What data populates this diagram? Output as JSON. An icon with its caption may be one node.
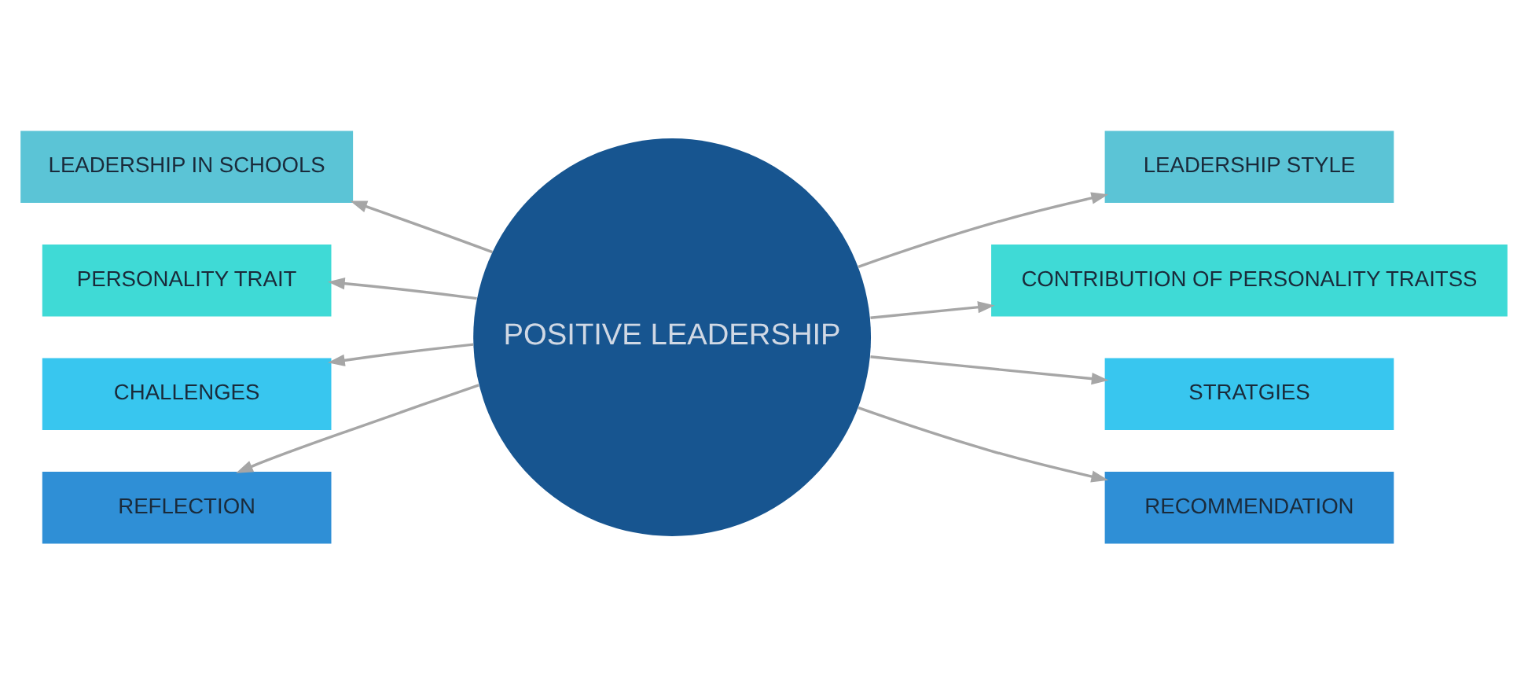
{
  "diagram": {
    "nodes": [
      {
        "text": [
          "POSITIVE LEADERSHIP"
        ]
      },
      {
        "text": [
          "LEADERSHIP IN SCHOOLS"
        ]
      },
      {
        "text": [
          "LEADERSHIP STYLE"
        ]
      },
      {
        "text": [
          "PERSONALITY TRAIT"
        ]
      },
      {
        "text": [
          "CONTRIBUTION OF PERSONALITY TRAITSS"
        ]
      },
      {
        "text": [
          "CHALLENGES"
        ]
      },
      {
        "text": [
          "STRATGIES"
        ]
      },
      {
        "text": [
          "REFLECTION"
        ]
      },
      {
        "text": [
          "RECOMMENDATION"
        ]
      }
    ],
    "edges": [
      {
        "from": 0,
        "to": 1,
        "arrow": "to"
      },
      {
        "from": 0,
        "to": 2,
        "arrow": "to"
      },
      {
        "from": 0,
        "to": 3,
        "arrow": "to"
      },
      {
        "from": 0,
        "to": 4,
        "arrow": "to"
      },
      {
        "from": 0,
        "to": 5,
        "arrow": "to"
      },
      {
        "from": 0,
        "to": 6,
        "arrow": "to"
      },
      {
        "from": 0,
        "to": 7,
        "arrow": "to"
      },
      {
        "from": 0,
        "to": 8,
        "arrow": "to"
      }
    ]
  }
}
